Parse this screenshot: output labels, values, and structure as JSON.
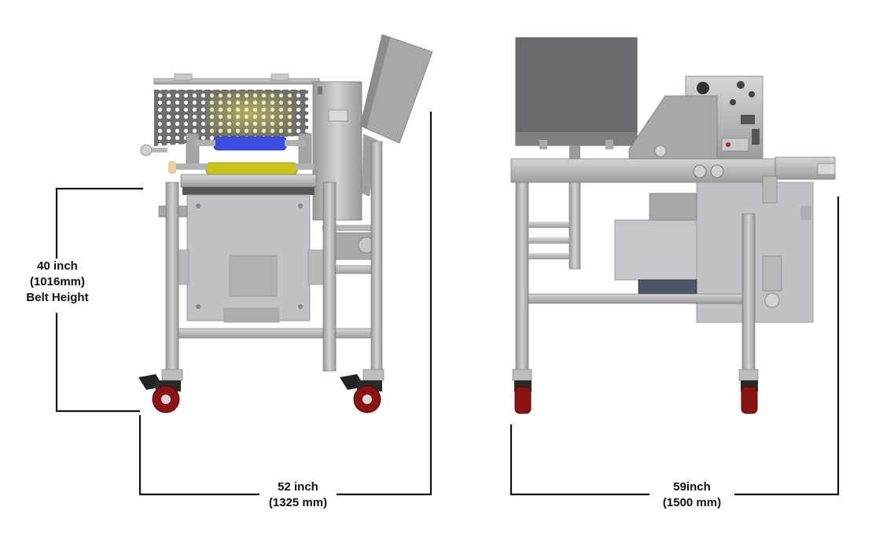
{
  "dimensions": {
    "belt_height": {
      "line1": "40 inch",
      "line2": "(1016mm)",
      "line3": "Belt Height"
    },
    "front_width": {
      "line1": "52 inch",
      "line2": "(1325 mm)"
    },
    "side_length": {
      "line1": "59inch",
      "line2": "(1500 mm)"
    }
  },
  "colors": {
    "steel": "#b9b9bb",
    "steel_dark": "#8d8d90",
    "panel": "#c4c1c6",
    "blue_roller": "#3b4fe0",
    "yellow_roller": "#c8c21a",
    "wheel": "#8a1414",
    "dim_line": "#111111"
  }
}
